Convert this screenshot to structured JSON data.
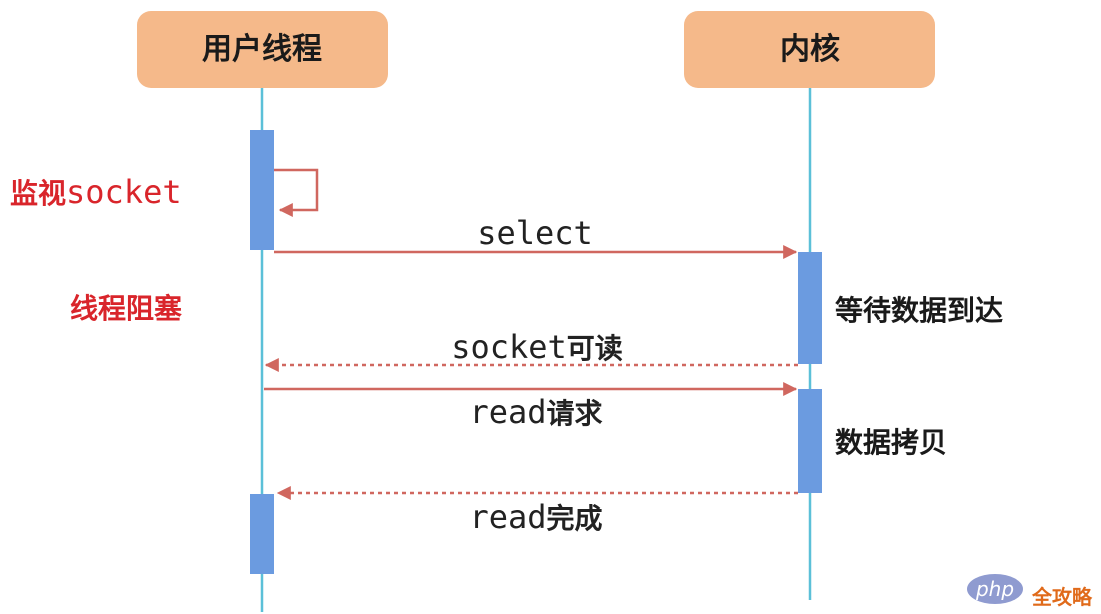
{
  "actors": {
    "user_thread": "用户线程",
    "kernel": "内核"
  },
  "notes": {
    "monitor_prefix": "监视",
    "monitor_socket": "socket",
    "thread_blocked": "线程阻塞",
    "wait_data": "等待数据到达",
    "data_copy": "数据拷贝"
  },
  "messages": {
    "select": "select",
    "socket_readable_mono": "socket",
    "socket_readable_cjk": "可读",
    "read_request_mono": "read",
    "read_request_cjk": "请求",
    "read_done_mono": "read",
    "read_done_cjk": "完成"
  },
  "watermark": {
    "badge": "php",
    "text": "全攻略"
  },
  "colors": {
    "actor_box": "#f5b98a",
    "lifeline": "#5bc0d8",
    "activation": "#6b9be0",
    "arrow": "#d0675f",
    "note_red": "#d9252b"
  }
}
